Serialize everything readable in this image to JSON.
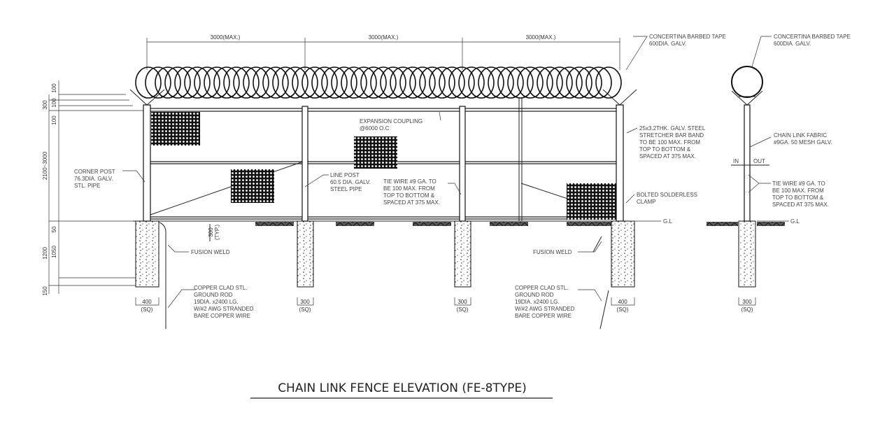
{
  "title": "CHAIN LINK FENCE ELEVATION (FE-8TYPE)",
  "dimensions": {
    "span": [
      "3000(MAX.)",
      "3000(MAX.)",
      "3000(MAX.)"
    ],
    "left_vertical": [
      "100",
      "300",
      "100",
      "100",
      "2100~3000",
      "50",
      "1050",
      "1200",
      "150"
    ],
    "typ": "300",
    "typ_label": "(TYP.)",
    "footings": [
      {
        "size": "400",
        "unit": "(SQ)"
      },
      {
        "size": "300",
        "unit": "(SQ)"
      },
      {
        "size": "300",
        "unit": "(SQ)"
      },
      {
        "size": "400",
        "unit": "(SQ)"
      },
      {
        "size": "300",
        "unit": "(SQ)"
      }
    ]
  },
  "labels": {
    "concertina": [
      "CONCERTINA BARBED TAPE",
      "600DIA. GALV."
    ],
    "concertina_section": [
      "CONCERTINA BARBED TAPE",
      "600DIA. GALV."
    ],
    "expansion": [
      "EXPANSION COUPLING",
      "@6000 O.C"
    ],
    "corner_post": [
      "CORNER POST",
      "76.3DIA. GALV.",
      "STL. PIPE"
    ],
    "line_post": [
      "LINE POST",
      "60.5 DIA. GALV.",
      "STEEL PIPE"
    ],
    "tie_wire": [
      "TIE WIRE #9 GA. TO",
      "BE 100 MAX. FROM",
      "TOP TO BOTTOM &",
      "SPACED AT 375 MAX."
    ],
    "stretcher": [
      "25x3.2THK. GALV. STEEL",
      "STRETCHER BAR BAND",
      "TO BE 100 MAX. FROM",
      "TOP TO BOTTOM &",
      "SPACED AT 375 MAX."
    ],
    "bolted": [
      "BOLTED SOLDERLESS",
      "CLAMP"
    ],
    "chain_fabric": [
      "CHAIN LINK FABRIC",
      "#9GA. 50 MESH GALV."
    ],
    "tie_wire_section": [
      "TIE WIRE #9 GA. TO",
      "BE 100 MAX. FROM",
      "TOP TO BOTTOM &",
      "SPACED AT 375 MAX."
    ],
    "in": "IN",
    "out": "OUT",
    "gl": "G.L",
    "gl_section": "G.L",
    "fusion_left": "FUSION WELD",
    "fusion_right": "FUSION WELD",
    "ground_rod_left": [
      "COPPER CLAD STL.",
      "GROUND ROD",
      "19DIA. x2400 LG.",
      "W/#2 AWG STRANDED",
      "BARE COPPER WIRE"
    ],
    "ground_rod_right": [
      "COPPER CLAD STL.",
      "GROUND ROD",
      "19DIA. x2400 LG.",
      "W/#2 AWG STRANDED",
      "BARE COPPER WIRE"
    ]
  }
}
